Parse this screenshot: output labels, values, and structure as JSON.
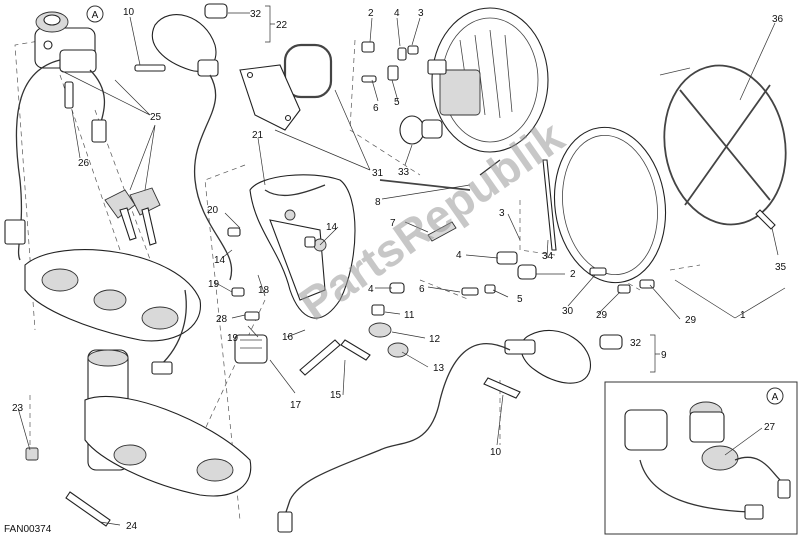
{
  "diagram": {
    "drawing_code": "FAN00374",
    "watermark": "PartsRepublik",
    "detail_tag": "A",
    "labels": {
      "l1": "1",
      "l2a": "2",
      "l2b": "2",
      "l3a": "3",
      "l3b": "3",
      "l4a": "4",
      "l4b": "4",
      "l4c": "4",
      "l5a": "5",
      "l5b": "5",
      "l6a": "6",
      "l6b": "6",
      "l7": "7",
      "l8": "8",
      "l9": "9",
      "l10a": "10",
      "l10b": "10",
      "l11": "11",
      "l12": "12",
      "l13": "13",
      "l14a": "14",
      "l14b": "14",
      "l15": "15",
      "l16": "16",
      "l17": "17",
      "l18": "18",
      "l19a": "19",
      "l19b": "19",
      "l20": "20",
      "l21": "21",
      "l22": "22",
      "l23": "23",
      "l24": "24",
      "l25": "25",
      "l26": "26",
      "l27": "27",
      "l28": "28",
      "l29a": "29",
      "l29b": "29",
      "l30": "30",
      "l31": "31",
      "l32a": "32",
      "l32b": "32",
      "l33": "33",
      "l34": "34",
      "l35": "35",
      "l36": "36"
    }
  }
}
